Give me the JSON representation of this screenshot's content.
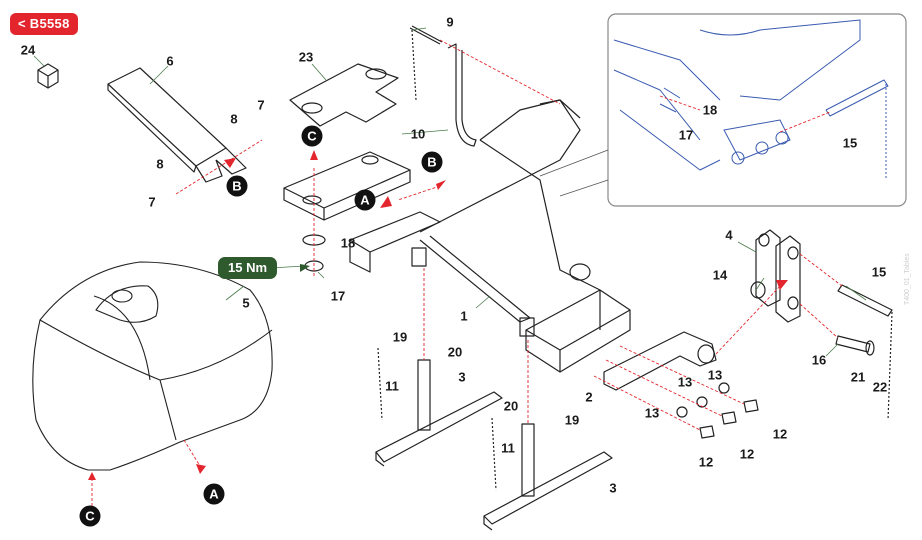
{
  "header": {
    "back_label": "< B5558"
  },
  "torque": {
    "label": "15 Nm",
    "applies_to_part": "17"
  },
  "watermark": "T400_01_Tables",
  "colors": {
    "back_button": "#e3262d",
    "torque_badge": "#2e5a2e",
    "callout_bg": "#111111",
    "arrow": "#e3262d",
    "line": "#1e2a52",
    "inset_line": "#3a5bb0"
  },
  "callouts": [
    {
      "id": "A-1",
      "letter": "A"
    },
    {
      "id": "A-2",
      "letter": "A"
    },
    {
      "id": "B-1",
      "letter": "B"
    },
    {
      "id": "B-2",
      "letter": "B"
    },
    {
      "id": "C-1",
      "letter": "C"
    },
    {
      "id": "C-2",
      "letter": "C"
    }
  ],
  "part_labels": [
    "24",
    "6",
    "7",
    "8",
    "8",
    "7",
    "23",
    "9",
    "10",
    "18",
    "17",
    "5",
    "1",
    "11",
    "19",
    "20",
    "3",
    "11",
    "20",
    "19",
    "3",
    "2",
    "13",
    "13",
    "13",
    "12",
    "12",
    "12",
    "4",
    "14",
    "15",
    "16",
    "21",
    "22"
  ],
  "inset": {
    "labels": [
      "18",
      "17",
      "15"
    ]
  }
}
